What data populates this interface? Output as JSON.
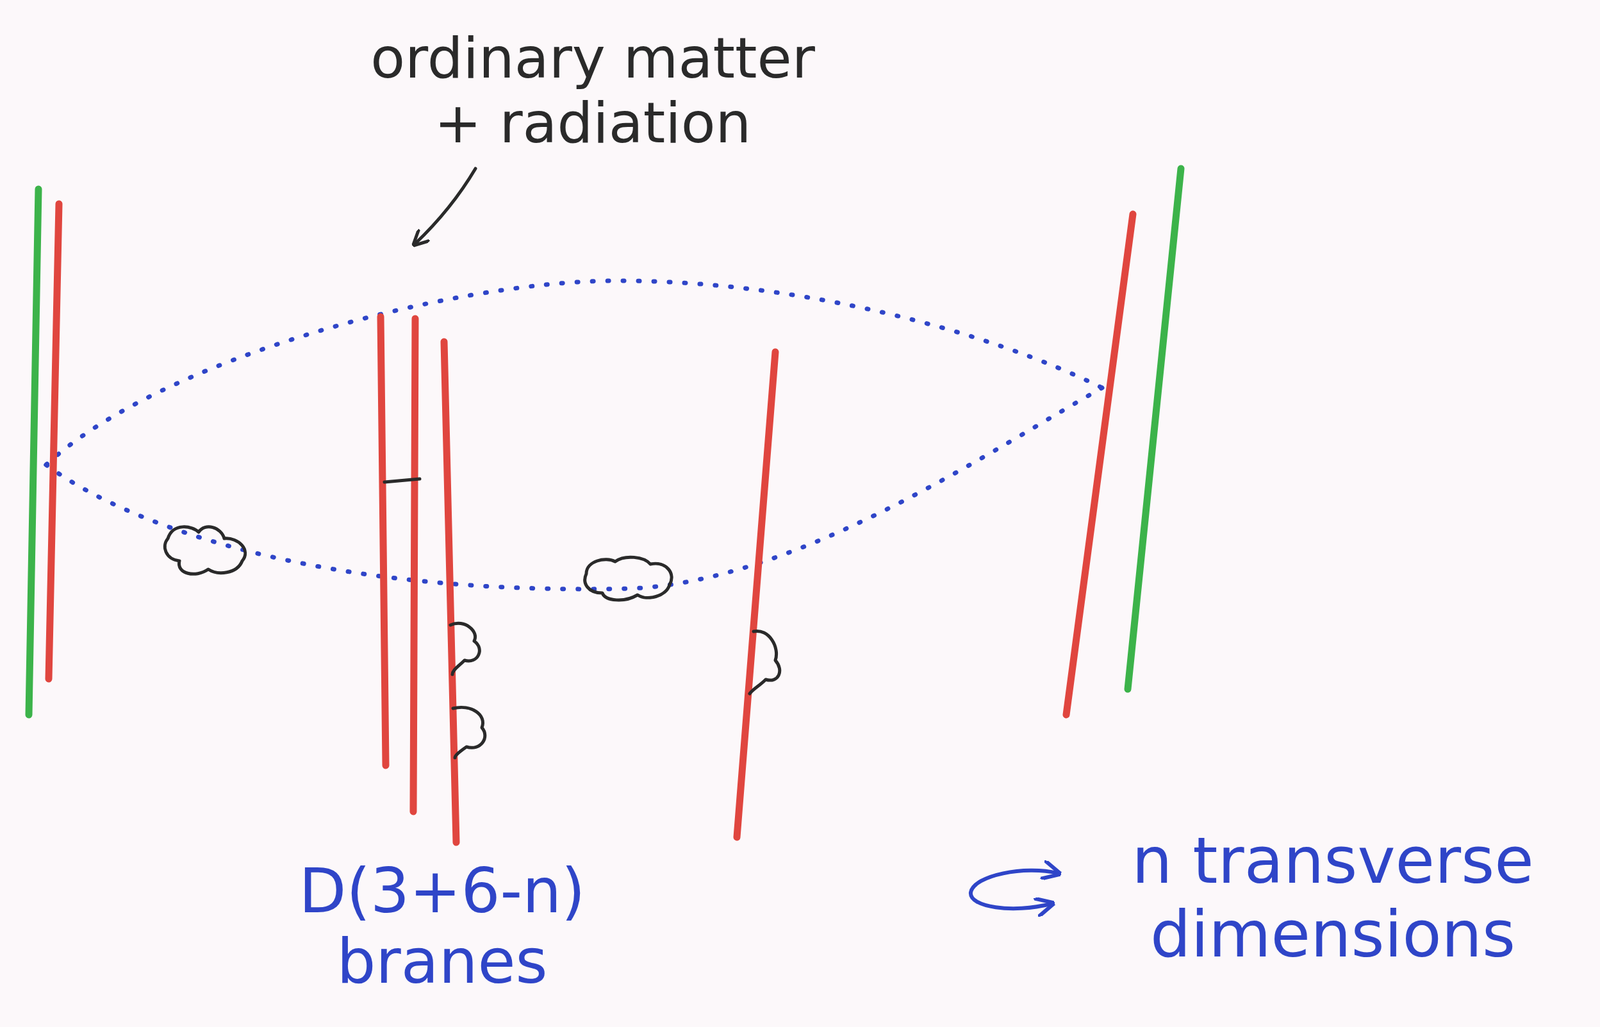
{
  "diagram": {
    "labels": [
      "ordinary matter + radiation",
      "D(3+6-n) branes",
      "n transverse dimensions"
    ]
  }
}
